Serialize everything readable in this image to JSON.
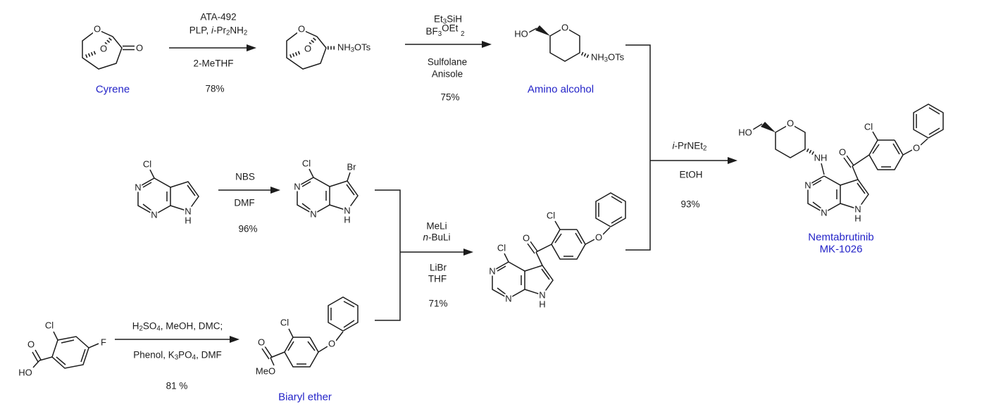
{
  "colors": {
    "name_blue": "#2323c8",
    "bond_black": "#1c1c1c"
  },
  "atoms": {
    "o": "O",
    "ho": "HO",
    "meo": "MeO",
    "cl": "Cl",
    "br": "Br",
    "f": "F",
    "n": "N",
    "h": "H",
    "nh": "NH",
    "nh3ots": [
      {
        "t": "NH"
      },
      {
        "t": "3",
        "sub": true
      },
      {
        "t": "OTs"
      }
    ]
  },
  "names": {
    "cyrene": "Cyrene",
    "amino_alcohol": "Amino alcohol",
    "biaryl_ether": "Biaryl ether",
    "product_line1": "Nemtabrutinib",
    "product_line2": "MK-1026"
  },
  "steps": {
    "s1": {
      "above1": "ATA-492",
      "above2": [
        {
          "t": "PLP, "
        },
        {
          "t": "i",
          "i": true
        },
        {
          "t": "-Pr"
        },
        {
          "t": "2",
          "sub": true
        },
        {
          "t": "NH"
        },
        {
          "t": "2",
          "sub": true
        }
      ],
      "below1": "2-MeTHF",
      "yield": "78%"
    },
    "s2": {
      "above1": [
        {
          "t": "Et"
        },
        {
          "t": "3",
          "sub": true
        },
        {
          "t": "SiH"
        }
      ],
      "above2": [
        {
          "t": "BF"
        },
        {
          "t": "3",
          "sub": true
        },
        {
          "t": "OEt",
          "up": true
        },
        {
          "t": " "
        },
        {
          "t": "2",
          "sub": true
        }
      ],
      "below1": "Sulfolane",
      "below2": "Anisole",
      "yield": "75%"
    },
    "s3": {
      "above1": "NBS",
      "below1": "DMF",
      "yield": "96%"
    },
    "s4": {
      "above1": "MeLi",
      "above2": [
        {
          "t": "n",
          "i": true
        },
        {
          "t": "-BuLi"
        }
      ],
      "below1": "LiBr",
      "below2": "THF",
      "yield": "71%"
    },
    "s5": {
      "above1": [
        {
          "t": "H"
        },
        {
          "t": "2",
          "sub": true
        },
        {
          "t": "SO"
        },
        {
          "t": "4",
          "sub": true
        },
        {
          "t": ", MeOH, DMC;"
        }
      ],
      "below1": [
        {
          "t": "Phenol, K"
        },
        {
          "t": "3",
          "sub": true
        },
        {
          "t": "PO"
        },
        {
          "t": "4",
          "sub": true
        },
        {
          "t": ", DMF"
        }
      ],
      "yield": "81 %"
    },
    "s6": {
      "above1": [
        {
          "t": "i",
          "i": true
        },
        {
          "t": "-PrNEt"
        },
        {
          "t": "2",
          "sub": true
        }
      ],
      "below1": "EtOH",
      "yield": "93%"
    }
  }
}
